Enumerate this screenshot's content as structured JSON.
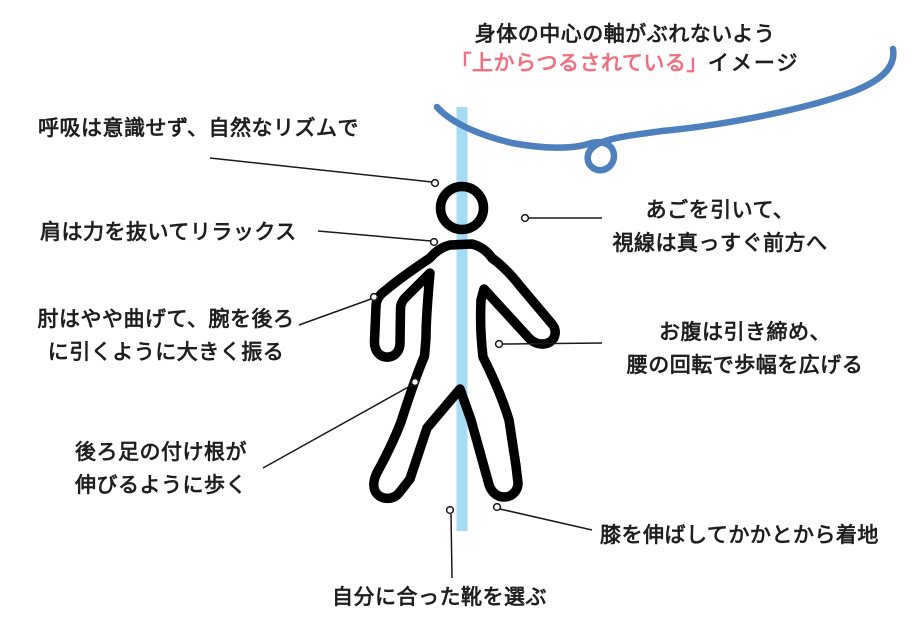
{
  "diagram_title": {
    "line1": "身体の中心の軸がぶれないよう",
    "line2_quoted": "「上からつるされている」",
    "line2_suffix": "イメージ"
  },
  "annotations": {
    "breath": {
      "lines": [
        "呼吸は意識せず、自然なリズムで"
      ]
    },
    "shoulder": {
      "lines": [
        "肩は力を抜いてリラックス"
      ]
    },
    "elbow": {
      "lines": [
        "肘はやや曲げて、腕を後ろ",
        "に引くように大きく振る"
      ]
    },
    "rear_hip": {
      "lines": [
        "後ろ足の付け根が",
        "伸びるように歩く"
      ]
    },
    "chin": {
      "lines": [
        "あごを引いて、",
        "視線は真っすぐ前方へ"
      ]
    },
    "belly": {
      "lines": [
        "お腹は引き締め、",
        "腰の回転で歩幅を広げる"
      ]
    },
    "knee": {
      "lines": [
        "膝を伸ばしてかかとから着地"
      ]
    },
    "shoes": {
      "lines": [
        "自分に合った靴を選ぶ"
      ]
    }
  },
  "figure": {
    "subject": "walking-person-pictogram",
    "axis_meaning": "body center axis"
  },
  "colors": {
    "highlight_yellow": "#fbe7a6",
    "accent_pink": "#f0707f",
    "string_blue": "#4e80be",
    "axis_light_blue": "#a6daf5",
    "ink": "#1f1f1f",
    "figure_black": "#000000"
  }
}
